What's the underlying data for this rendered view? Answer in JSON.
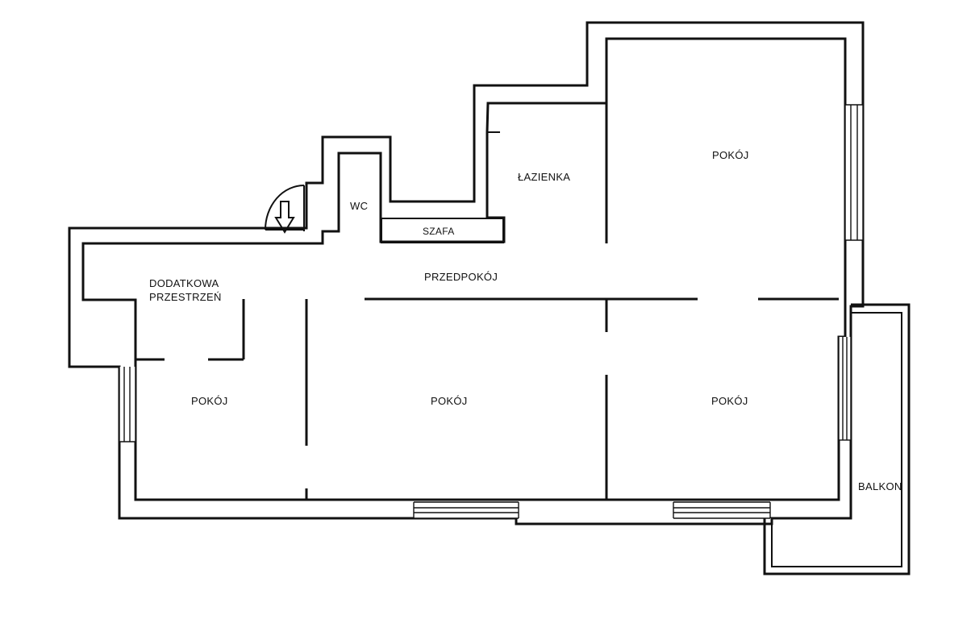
{
  "rooms": {
    "wc": "WC",
    "lazienka": "ŁAZIENKA",
    "szafa": "SZAFA",
    "pokoj_top_right": "POKÓJ",
    "dodatkowa": "DODATKOWA\nPRZESTRZEŃ",
    "przedpokoj": "PRZEDPOKÓJ",
    "pokoj_left": "POKÓJ",
    "pokoj_center": "POKÓJ",
    "pokoj_right": "POKÓJ",
    "balkon": "BALKON"
  },
  "icons": {
    "entrance": "down-arrow-icon",
    "door_swing": "door-arc-icon"
  }
}
